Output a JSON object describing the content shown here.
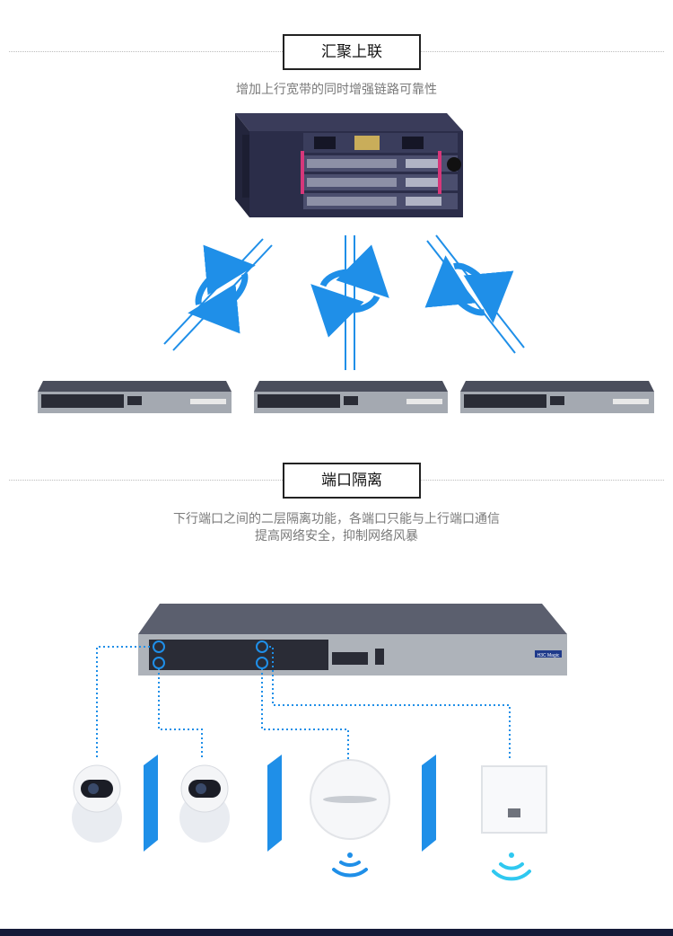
{
  "section1": {
    "title": "汇聚上联",
    "subtitle": "增加上行宽带的同时增强链路可靠性"
  },
  "section2": {
    "title": "端口隔离",
    "subtitle_line1": "下行端口之间的二层隔离功能，各端口只能与上行端口通信",
    "subtitle_line2": "提高网络安全，抑制网络风暴"
  },
  "brand": "H3C Magic",
  "colors": {
    "accent_blue": "#1f8fe8",
    "switch_gray": "#9aa0a8",
    "chassis_navy": "#2b2d49",
    "footer": "#151a38"
  },
  "icons": [
    "chassis-switch-icon",
    "access-switch-icon",
    "rotate-arrows-icon",
    "camera-icon",
    "ceiling-ap-icon",
    "panel-ap-icon",
    "wifi-icon",
    "isolation-shield-icon"
  ]
}
